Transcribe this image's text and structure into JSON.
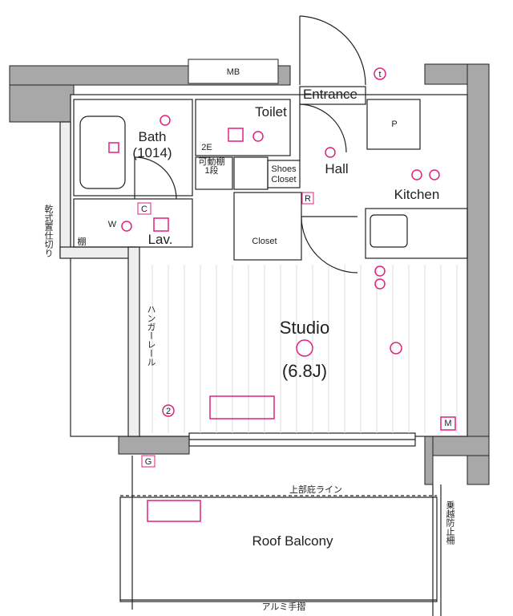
{
  "colors": {
    "wall": "#a8a8a8",
    "line": "#222222",
    "symbol": "#e0207e"
  },
  "rooms": {
    "mb": "MB",
    "entrance": "Entrance",
    "toilet": "Toilet",
    "bath": "Bath",
    "bath_size": "(1014)",
    "movable_shelf": "可動棚",
    "movable_shelf_2": "1段",
    "shoes_closet": "Shoes",
    "shoes_closet_2": "Closet",
    "hall": "Hall",
    "kitchen": "Kitchen",
    "lav": "Lav.",
    "closet": "Closet",
    "studio": "Studio",
    "studio_size": "(6.8J)",
    "roof_balcony": "Roof Balcony",
    "washer": "W",
    "shelf": "棚"
  },
  "notes": {
    "dryer_space": "乾式置仕切り",
    "hanger_rail": "ハンガーレール",
    "upper_floor_line": "上部庇ライン",
    "aluminum_handrail": "アルミ手摺",
    "fall_prevention": "乗越防止柵"
  },
  "symbols": {
    "c": "C",
    "r": "R",
    "g": "G",
    "m": "M",
    "t": "t",
    "two": "2",
    "p": "P",
    "twoE": "2E"
  }
}
